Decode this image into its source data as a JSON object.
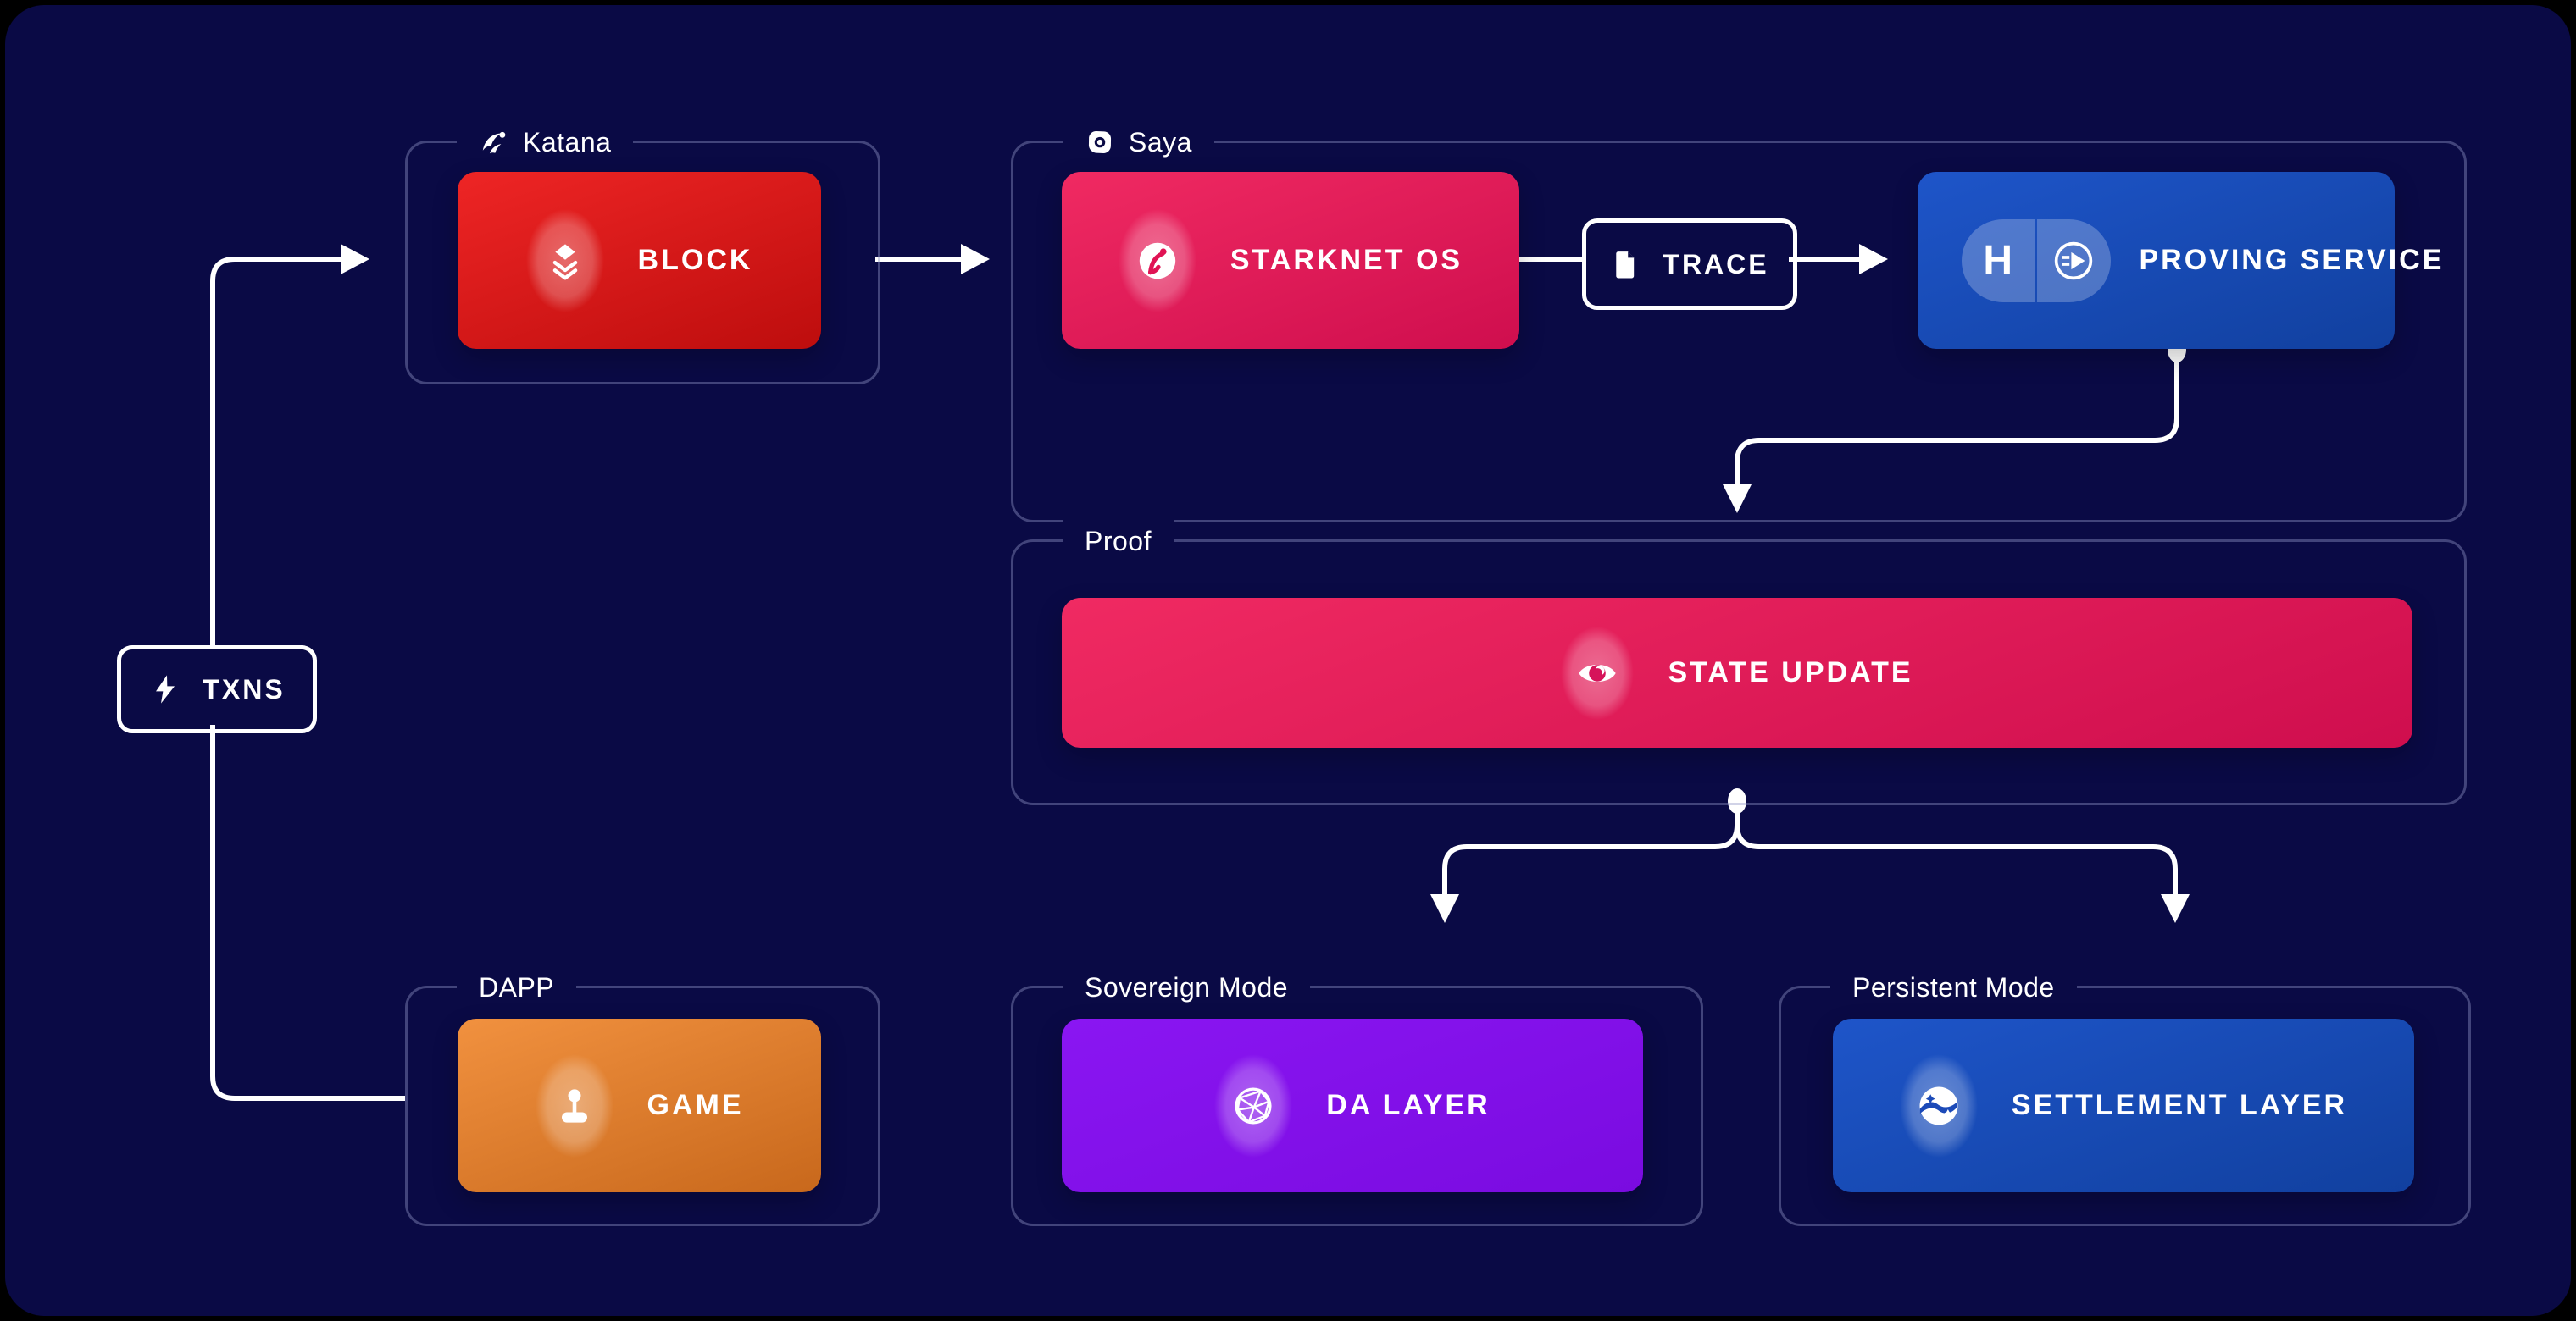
{
  "diagram": {
    "groups": {
      "katana": {
        "label": "Katana",
        "icon": "katana-icon"
      },
      "saya": {
        "label": "Saya",
        "icon": "saya-icon"
      },
      "proof": {
        "label": "Proof"
      },
      "dapp": {
        "label": "DAPP"
      },
      "sovereign": {
        "label": "Sovereign Mode"
      },
      "persistent": {
        "label": "Persistent Mode"
      }
    },
    "nodes": {
      "block": {
        "label": "BLOCK",
        "icon": "stack-icon"
      },
      "starknet_os": {
        "label": "STARKNET OS",
        "icon": "starknet-icon"
      },
      "trace": {
        "label": "TRACE",
        "icon": "document-icon"
      },
      "proving_service": {
        "label": "PROVING SERVICE",
        "badge_left": "H",
        "icons": [
          "herodotus-icon",
          "prover-icon"
        ]
      },
      "state_update": {
        "label": "STATE UPDATE",
        "icon": "eye-icon"
      },
      "txns": {
        "label": "TXNS",
        "icon": "lightning-icon"
      },
      "game": {
        "label": "GAME",
        "icon": "joystick-icon"
      },
      "da_layer": {
        "label": "DA LAYER",
        "icon": "globe-icon"
      },
      "settlement_layer": {
        "label": "SETTLEMENT LAYER",
        "icon": "settlement-icon"
      }
    },
    "colors": {
      "background": "#000000",
      "panel": "#0a0a45",
      "group_border": "#43436c",
      "connector": "#ffffff",
      "red_gradient": [
        "#ee2525",
        "#bd0d0d"
      ],
      "pink_gradient": [
        "#f02a62",
        "#cf0e4e"
      ],
      "blue_gradient": [
        "#1e55c9",
        "#11409f"
      ],
      "purple_gradient": [
        "#8a16f2",
        "#7a0be0"
      ],
      "orange_gradient": [
        "#f1913f",
        "#c8681c"
      ]
    }
  }
}
